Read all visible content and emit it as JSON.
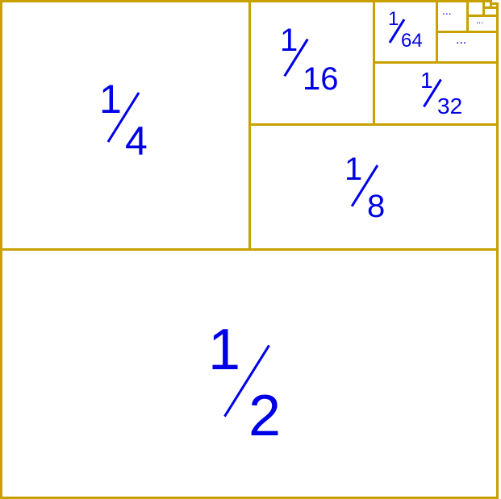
{
  "diagram": {
    "colors": {
      "border": "#c8a000",
      "text": "#0000e6",
      "background": "#ffffff"
    },
    "fractions": {
      "half": {
        "numerator": "1",
        "denominator": "2"
      },
      "quarter": {
        "numerator": "1",
        "denominator": "4"
      },
      "eighth": {
        "numerator": "1",
        "denominator": "8"
      },
      "sixteenth": {
        "numerator": "1",
        "denominator": "16"
      },
      "thirtysecond": {
        "numerator": "1",
        "denominator": "32"
      },
      "sixtyfourth": {
        "numerator": "1",
        "denominator": "64"
      }
    },
    "ellipsis": "..."
  }
}
